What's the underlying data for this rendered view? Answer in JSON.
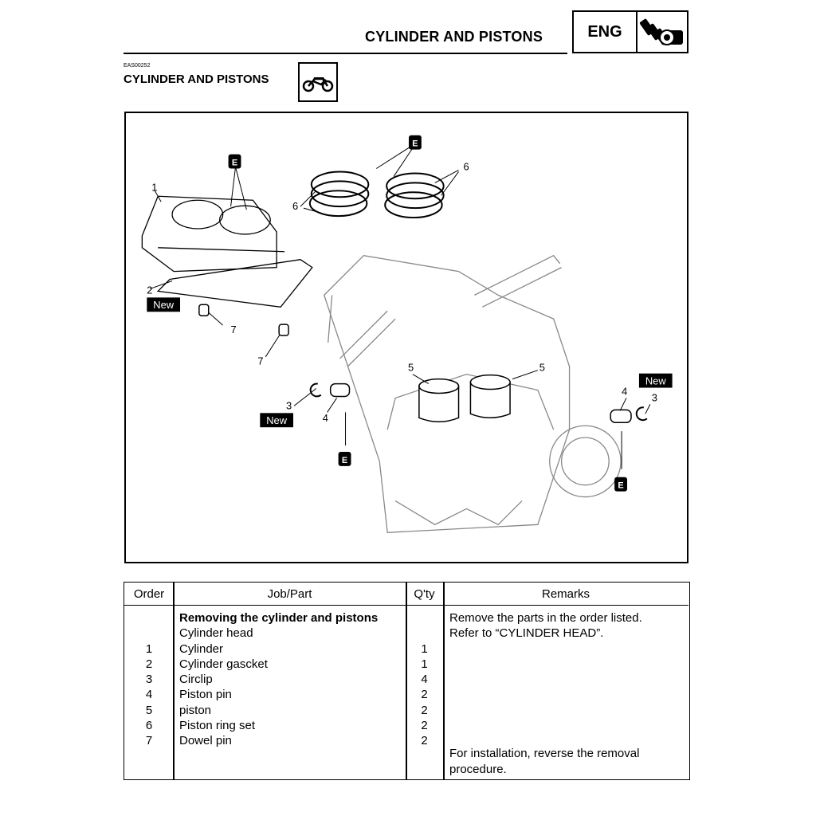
{
  "header": {
    "title": "CYLINDER AND PISTONS",
    "section_badge": "ENG",
    "section_icon": "engine-icon"
  },
  "section": {
    "code": "EAS00252",
    "title": "CYLINDER AND PISTONS",
    "icon": "motorcycle-icon"
  },
  "diagram": {
    "callouts": [
      "1",
      "2",
      "3",
      "4",
      "5",
      "6",
      "7"
    ],
    "new_label": "New",
    "oil_mark": "E"
  },
  "table": {
    "headers": {
      "order": "Order",
      "job": "Job/Part",
      "qty": "Q'ty",
      "remarks": "Remarks"
    },
    "rows": [
      {
        "order": "",
        "job": "Removing the cylinder and pistons",
        "qty": "",
        "bold": true
      },
      {
        "order": "",
        "job": "Cylinder head",
        "qty": ""
      },
      {
        "order": "1",
        "job": "Cylinder",
        "qty": "1"
      },
      {
        "order": "2",
        "job": "Cylinder gascket",
        "qty": "1"
      },
      {
        "order": "3",
        "job": "Circlip",
        "qty": "4"
      },
      {
        "order": "4",
        "job": "Piston pin",
        "qty": "2"
      },
      {
        "order": "5",
        "job": "piston",
        "qty": "2"
      },
      {
        "order": "6",
        "job": "Piston ring set",
        "qty": "2"
      },
      {
        "order": "7",
        "job": "Dowel pin",
        "qty": "2"
      }
    ],
    "remarks_top": [
      "Remove the parts in the order listed.",
      "Refer to “CYLINDER HEAD”."
    ],
    "remarks_bottom": [
      "For installation, reverse the removal",
      "procedure."
    ]
  }
}
